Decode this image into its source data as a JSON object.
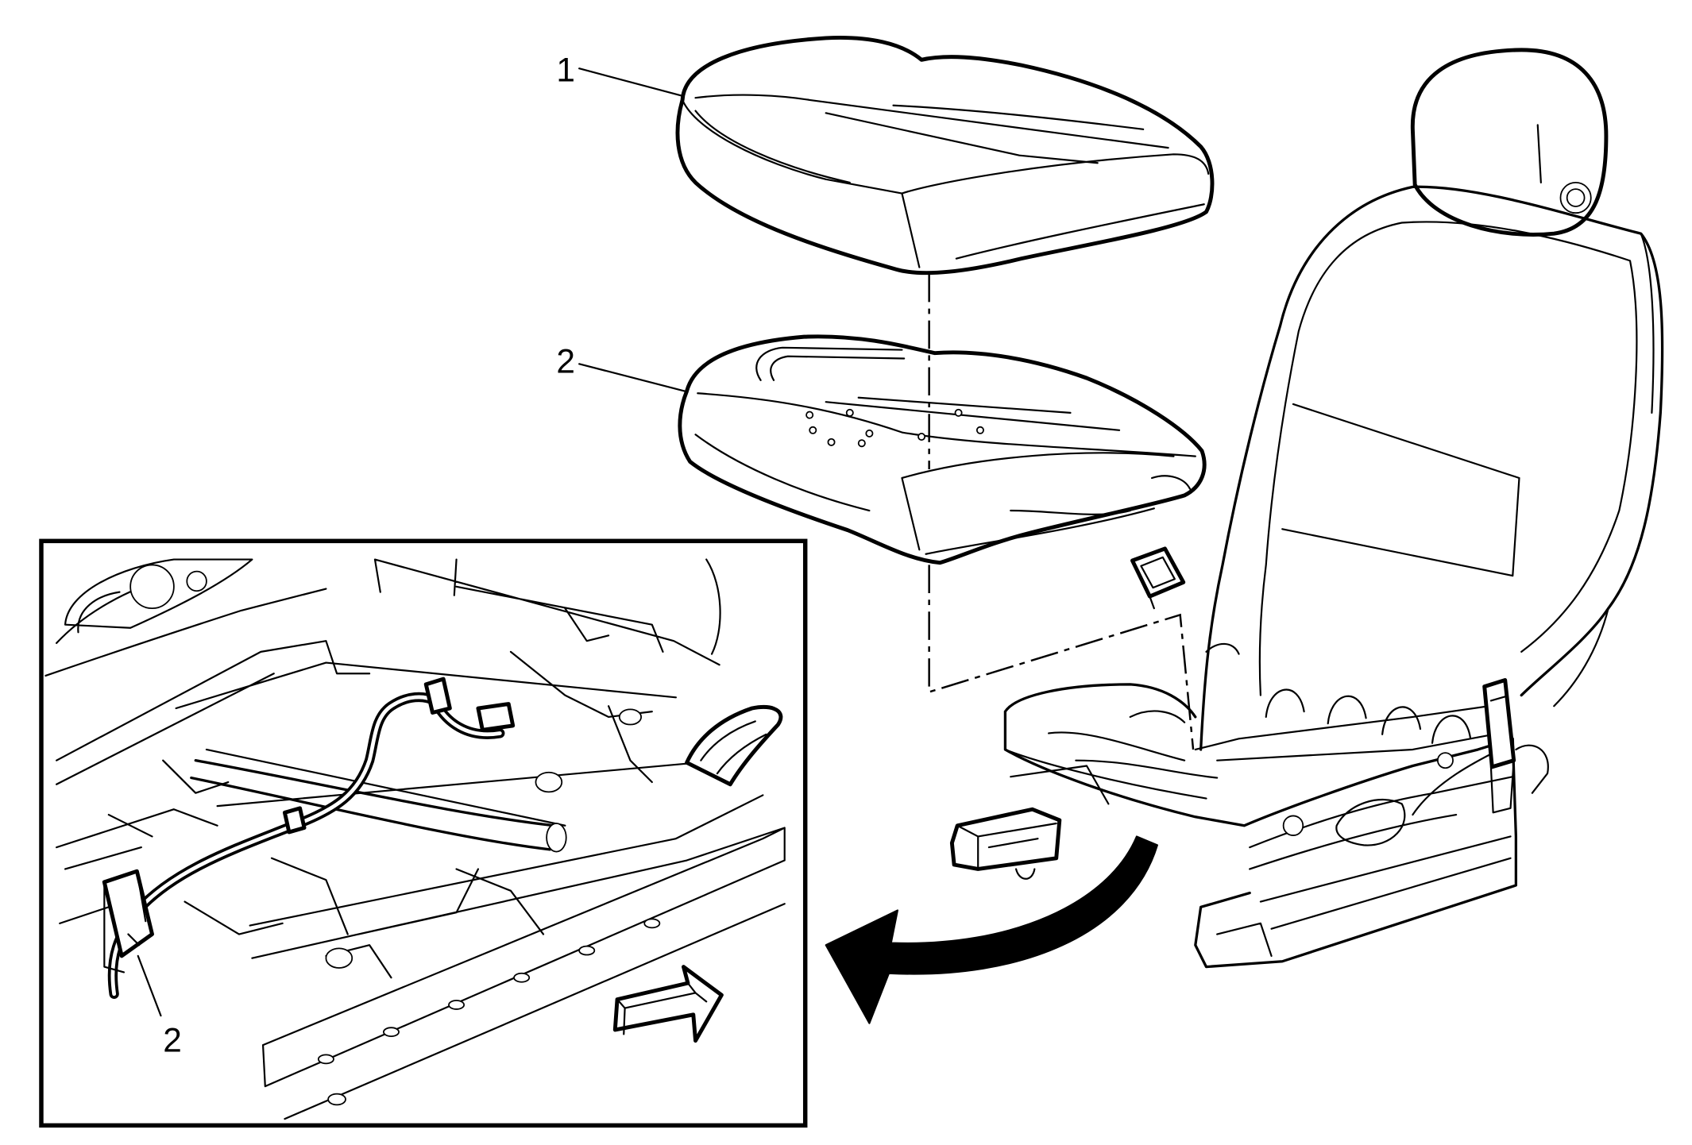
{
  "diagram": {
    "callouts": [
      {
        "label": "1"
      },
      {
        "label": "2"
      },
      {
        "label": "2"
      }
    ]
  },
  "colors": {
    "ink": "#000000",
    "paper": "#ffffff"
  }
}
